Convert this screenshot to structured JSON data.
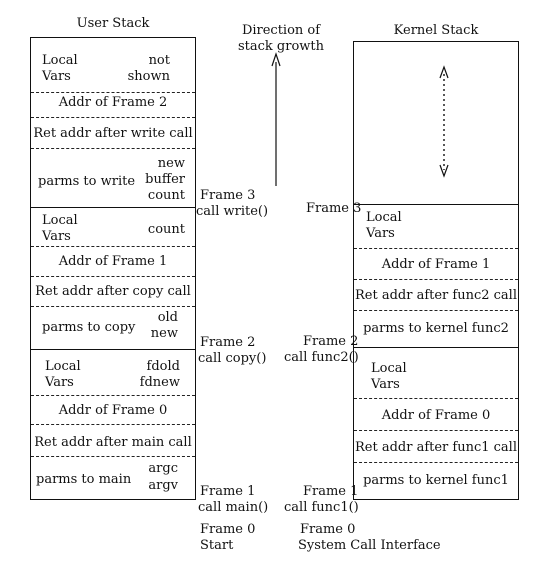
{
  "user_stack": {
    "title": "User Stack",
    "frame3": {
      "local_vars": [
        "Local",
        "Vars"
      ],
      "side_note": [
        "not",
        "shown"
      ],
      "addr": "Addr of Frame 2",
      "ret": "Ret addr after write call",
      "parms": "parms to write",
      "parm_names": [
        "new",
        "buffer",
        "count"
      ]
    },
    "frame2": {
      "local_vars": [
        "Local",
        "Vars"
      ],
      "side_note": "count",
      "addr": "Addr of Frame 1",
      "ret": "Ret addr after copy call",
      "parms": "parms to copy",
      "parm_names": [
        "old",
        "new"
      ]
    },
    "frame1": {
      "local_vars": [
        "Local",
        "Vars"
      ],
      "side_note": [
        "fdold",
        "fdnew"
      ],
      "addr": "Addr of Frame 0",
      "ret": "Ret addr after main call",
      "parms": "parms to main",
      "parm_names": [
        "argc",
        "argv"
      ]
    }
  },
  "middle": {
    "direction_label": [
      "Direction of",
      "stack growth"
    ],
    "user_frames": [
      {
        "frame": "Frame 3",
        "call": "call write()"
      },
      {
        "frame": "Frame 2",
        "call": "call copy()"
      },
      {
        "frame": "Frame 1",
        "call": "call main()"
      },
      {
        "frame": "Frame 0",
        "call": "Start"
      }
    ],
    "kernel_frames": [
      {
        "frame": "Frame 3",
        "call": ""
      },
      {
        "frame": "Frame 2",
        "call": "call func2()"
      },
      {
        "frame": "Frame 1",
        "call": "call func1()"
      },
      {
        "frame": "Frame 0",
        "call": "System Call Interface"
      }
    ]
  },
  "kernel_stack": {
    "title": "Kernel Stack",
    "frame3": {
      "local_vars": [
        "Local",
        "Vars"
      ],
      "addr": "Addr of Frame 1",
      "ret": "Ret addr after func2 call",
      "parms": "parms to kernel func2"
    },
    "frame2": {
      "local_vars": [
        "Local",
        "Vars"
      ],
      "addr": "Addr of Frame 0",
      "ret": "Ret addr after func1 call",
      "parms": "parms to kernel func1"
    }
  }
}
